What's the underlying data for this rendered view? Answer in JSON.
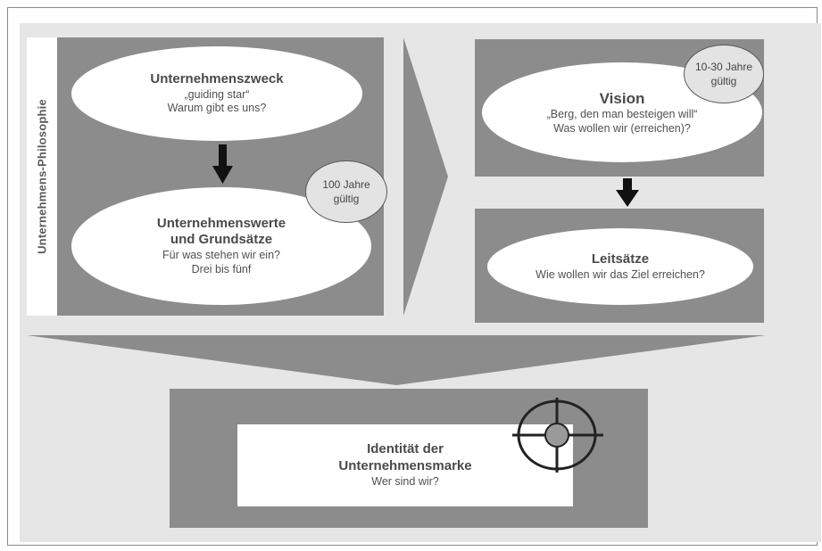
{
  "side_label": "Unternehmens-Philosophie",
  "purpose": {
    "title": "Unternehmenszweck",
    "line1": "„guiding star“",
    "line2": "Warum gibt es uns?"
  },
  "values": {
    "title_line1": "Unternehmenswerte",
    "title_line2": "und Grundsätze",
    "line1": "Für was stehen wir ein?",
    "line2": "Drei bis fünf"
  },
  "values_badge": {
    "line1": "100 Jahre",
    "line2": "gültig"
  },
  "vision": {
    "title": "Vision",
    "line1": "„Berg, den man besteigen will“",
    "line2": "Was wollen wir (erreichen)?"
  },
  "vision_badge": {
    "line1": "10-30 Jahre",
    "line2": "gültig"
  },
  "guidelines": {
    "title": "Leitsätze",
    "line1": "Wie wollen wir das Ziel erreichen?"
  },
  "identity": {
    "title_line1": "Identität der",
    "title_line2": "Unternehmensmarke",
    "line1": "Wer sind wir?"
  },
  "icons": [
    "down-arrow-icon",
    "right-chevron-arrow-icon",
    "funnel-arrow-icon",
    "target-crosshair-icon"
  ],
  "colors": {
    "box": "#8c8c8c",
    "canvas": "#e6e6e6",
    "arrow": "#111111",
    "badge": "#e3e3e3"
  }
}
